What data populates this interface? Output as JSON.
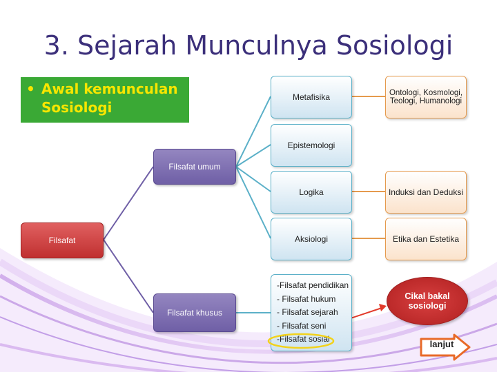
{
  "title": "3. Sejarah Munculnya Sosiologi",
  "bullet_box": {
    "bullet": "•",
    "text": "Awal kemunculan Sosiologi"
  },
  "nodes": {
    "filsafat": "Filsafat",
    "filsafat_umum": "Filsafat umum",
    "filsafat_khusus": "Filsafat khusus",
    "metafisika": "Metafisika",
    "epistemologi": "Epistemologi",
    "logika": "Logika",
    "aksiologi": "Aksiologi",
    "khusus_list": [
      "-Filsafat pendidikan",
      "- Filsafat hukum",
      "- Filsafat sejarah",
      "- Filsafat seni",
      "-Filsafat sosial"
    ],
    "ontologi": "Ontologi, Kosmologi, Teologi, Humanologi",
    "induksi": "Induksi dan Deduksi",
    "etika": "Etika dan Estetika",
    "cikal": "Cikal bakal sosiologi"
  },
  "next_button": "lanjut",
  "colors": {
    "title": "#3b2f7a",
    "green_box": "#3aa935",
    "yellow_text": "#f7e600",
    "teal_border": "#5bb0c8",
    "orange_border": "#e59a4d",
    "purple": "#6f5fa6",
    "red": "#c03030"
  }
}
